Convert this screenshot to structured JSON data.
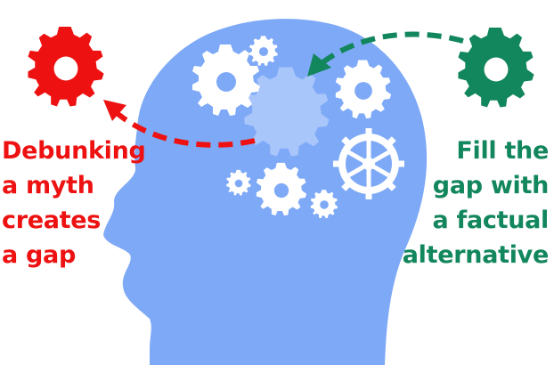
{
  "left_caption": {
    "lines": [
      "Debunking",
      "a myth",
      "creates",
      "a gap"
    ],
    "color": "#ee1111"
  },
  "right_caption": {
    "lines": [
      "Fill the",
      "gap with",
      "a factual",
      "alternative"
    ],
    "color": "#12865c"
  },
  "colors": {
    "head": "#7ea9f7",
    "gear_in_head": "#ffffff",
    "ghost_gear": "#a9c6fb",
    "red_gear": "#ee1111",
    "green_gear": "#12865c"
  },
  "icons": [
    "head-silhouette",
    "gear-icon",
    "dashed-arrow"
  ]
}
